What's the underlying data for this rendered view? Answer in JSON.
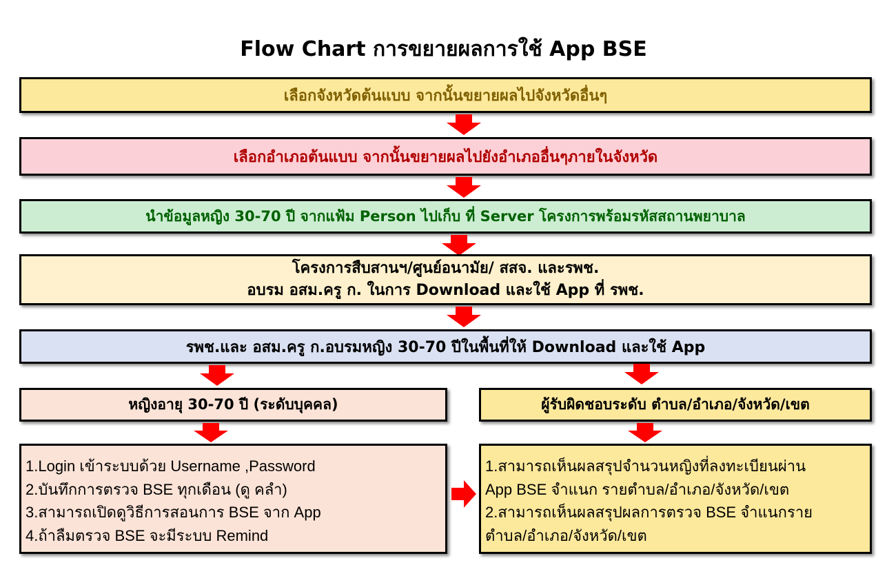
{
  "title": "Flow Chart การขยายผลการใช้ App BSE",
  "steps": {
    "province": "เลือกจังหวัดต้นแบบ จากนั้นขยายผลไปจังหวัดอื่นๆ",
    "district": "เลือกอำเภอต้นแบบ จากนั้นขยายผลไปยังอำเภออื่นๆภายในจังหวัด",
    "data_import": "นำข้อมูลหญิง 30-70 ปี จากแฟ้ม Person ไปเก็บ ที่ Server โครงการพร้อมรหัสสถานพยาบาล",
    "training_line1": "โครงการสืบสานฯ/ศูนย์อนามัย/ สสจ. และรพช.",
    "training_line2": "อบรม อสม.ครู ก. ในการ Download และใช้ App  ที่ รพช.",
    "women_training": "รพช.และ อสม.ครู ก.อบรมหญิง 30-70 ปีในพื้นที่ให้ Download และใช้ App"
  },
  "left_branch": {
    "header": "หญิงอายุ 30-70 ปี (ระดับบุคคล)",
    "items": [
      "1.Login เข้าระบบด้วย Username ,Password",
      "2.บันทึกการตรวจ BSE ทุกเดือน (ดู คลำ)",
      "3.สามารถเปิดดูวิธีการสอนการ BSE จาก App",
      "4.ถ้าลืมตรวจ BSE จะมีระบบ Remind"
    ]
  },
  "right_branch": {
    "header": "ผู้รับผิดชอบระดับ ตำบล/อำเภอ/จังหวัด/เขต",
    "items": [
      "1.สามารถเห็นผลสรุปจำนวนหญิงที่ลงทะเบียนผ่าน",
      "App BSE จำแนก รายตำบล/อำเภอ/จังหวัด/เขต",
      "2.สามารถเห็นผลสรุปผลการตรวจ BSE จำแนกราย",
      "ตำบล/อำเภอ/จังหวัด/เขต"
    ]
  },
  "colors": {
    "arrow": "#ff0000",
    "province_fill": "#fde99c",
    "district_fill": "#fcd0d7",
    "data_fill": "#cdedd3",
    "training_fill": "#fff1cd",
    "women_fill": "#dae1f2",
    "left_fill": "#fce3d7",
    "right_fill": "#fde99c"
  },
  "icons": {
    "flow_arrow_down": "down-arrow-icon",
    "flow_arrow_right": "right-arrow-icon"
  }
}
